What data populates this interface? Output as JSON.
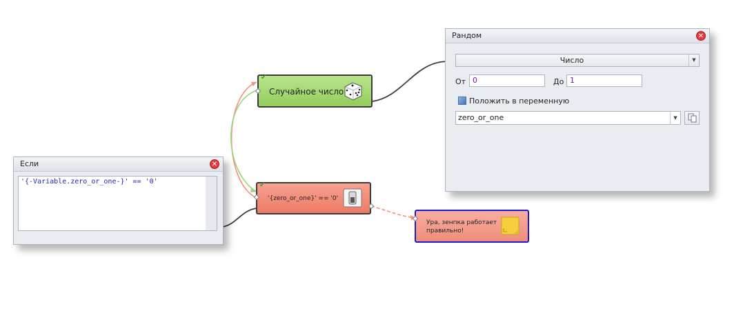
{
  "panels": {
    "random": {
      "title": "Рандом",
      "close_icon": "close-icon",
      "mode_selected": "Число",
      "from_label": "От",
      "from_value": "0",
      "to_label": "До",
      "to_value": "1",
      "store_checkbox_label": "Положить в переменную",
      "store_checked": true,
      "variable_value": "zero_or_one",
      "copy_icon": "copy-icon"
    },
    "if": {
      "title": "Если",
      "close_icon": "close-icon",
      "expression": "'{-Variable.zero_or_one-}' == '0'"
    }
  },
  "nodes": {
    "random": {
      "label": "Случайное число",
      "icon": "dice-icon",
      "status_icon": "check-icon"
    },
    "if": {
      "label": "'{zero_or_one}' == '0'",
      "icon": "switch-icon",
      "status_icon": "check-icon"
    },
    "note": {
      "line1": "Ура, зенпка работает",
      "line2": "правильно!",
      "icon": "sticky-note-icon"
    }
  },
  "colors": {
    "action_node_green": "#a8dc75",
    "condition_node_red": "#f28f7c",
    "note_border_blue": "#1a1ad6",
    "success_wire": "#9bd47a",
    "failure_wire": "#f2917f"
  }
}
